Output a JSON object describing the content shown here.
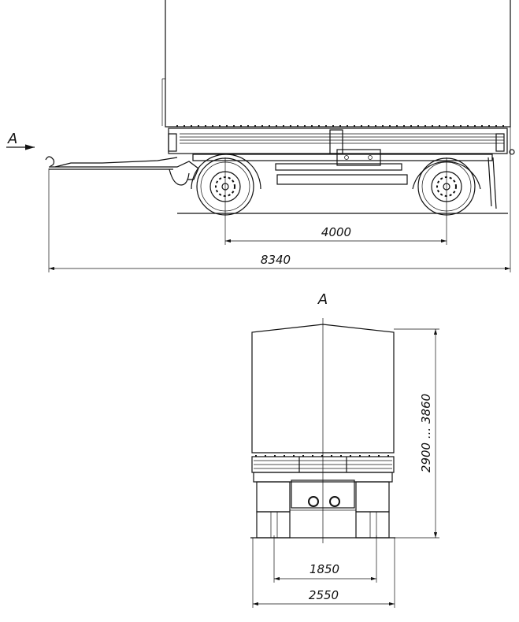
{
  "side_view": {
    "view_arrow_label": "A",
    "dimensions": {
      "wheelbase": "4000",
      "overall_length": "8340"
    }
  },
  "front_view": {
    "title": "A",
    "dimensions": {
      "height": "2900 ... 3860",
      "track": "1850",
      "overall_width": "2550"
    }
  }
}
